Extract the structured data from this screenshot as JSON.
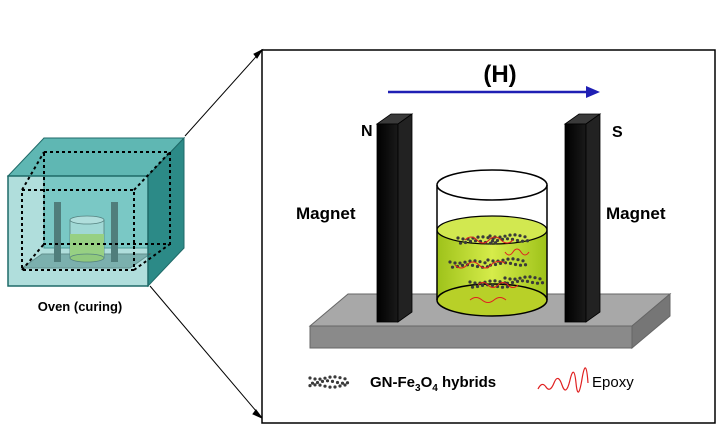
{
  "oven": {
    "label": "Oven (curing)"
  },
  "field": {
    "label": "(H)",
    "arrow_color": "#1f1fb4"
  },
  "magnets": {
    "left_pole": "N",
    "right_pole": "S",
    "left_label": "Magnet",
    "right_label": "Magnet"
  },
  "legend": {
    "hybrid_prefix": "GN-Fe",
    "hybrid_sub1": "3",
    "hybrid_mid": "O",
    "hybrid_sub2": "4",
    "hybrid_suffix": " hybrids",
    "epoxy_label": "Epoxy",
    "hybrid_icon": "graphene-fe3o4-cluster-icon",
    "epoxy_icon": "epoxy-chain-icon"
  },
  "colors": {
    "oven_teal": "#2f8f8c",
    "resin_green": "#c8e03a",
    "magnet_black": "#111111",
    "base_gray": "#9a9a9a",
    "epoxy_red": "#e02020"
  }
}
